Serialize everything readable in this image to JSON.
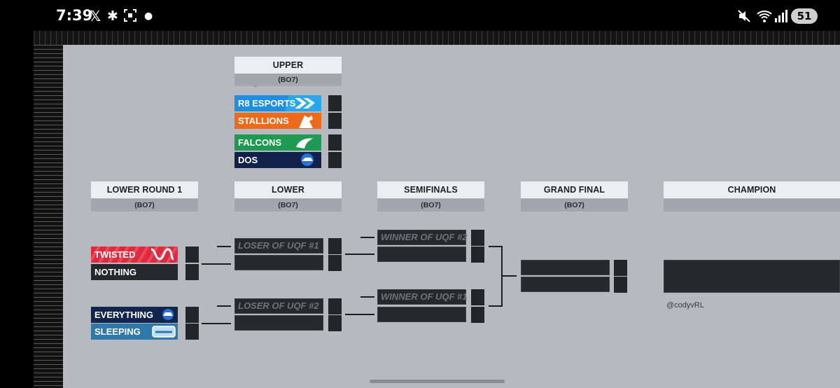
{
  "status_bar": {
    "time": "7:39",
    "left_icons": [
      "x-icon",
      "slack-icon",
      "screenshot-icon",
      "dot-icon"
    ],
    "battery": "51"
  },
  "columns": {
    "upper_quarterfinals": {
      "title": "UPPER QUARTERFINALS",
      "format": "(BO7)"
    },
    "lower_round_1": {
      "title": "LOWER ROUND 1",
      "format": "(BO7)"
    },
    "lower_quarterfinals": {
      "title": "LOWER QUARTERFINALS",
      "format": "(BO7)"
    },
    "semifinals": {
      "title": "SEMIFINALS",
      "format": "(BO7)"
    },
    "grand_final": {
      "title": "GRAND FINAL",
      "format": "(BO7)"
    },
    "champion": {
      "title": "CHAMPION"
    }
  },
  "upper_qf": {
    "match1": [
      {
        "name": "R8 ESPORTS",
        "color": "#1e8fe0"
      },
      {
        "name": "STALLIONS",
        "color": "#ee6a1a"
      }
    ],
    "match2": [
      {
        "name": "FALCONS",
        "color": "#1e9a52"
      },
      {
        "name": "DOS",
        "color": "#10224a"
      }
    ]
  },
  "lower_r1": {
    "match1": [
      {
        "name": "TWISTED",
        "color": "#e0293f"
      },
      {
        "name": "NOTHING",
        "color": "#26282b"
      }
    ],
    "match2": [
      {
        "name": "EVERYTHING",
        "color": "#12254f"
      },
      {
        "name": "SLEEPING",
        "color": "#2f79a8"
      }
    ]
  },
  "lower_qf": {
    "slot1": "LOSER OF UQF #1",
    "slot2": "LOSER OF UQF #2"
  },
  "semifinals": {
    "slot1": "WINNER OF UQF #2",
    "slot2": "WINNER OF UQF #1"
  },
  "credit": "@codyvRL"
}
